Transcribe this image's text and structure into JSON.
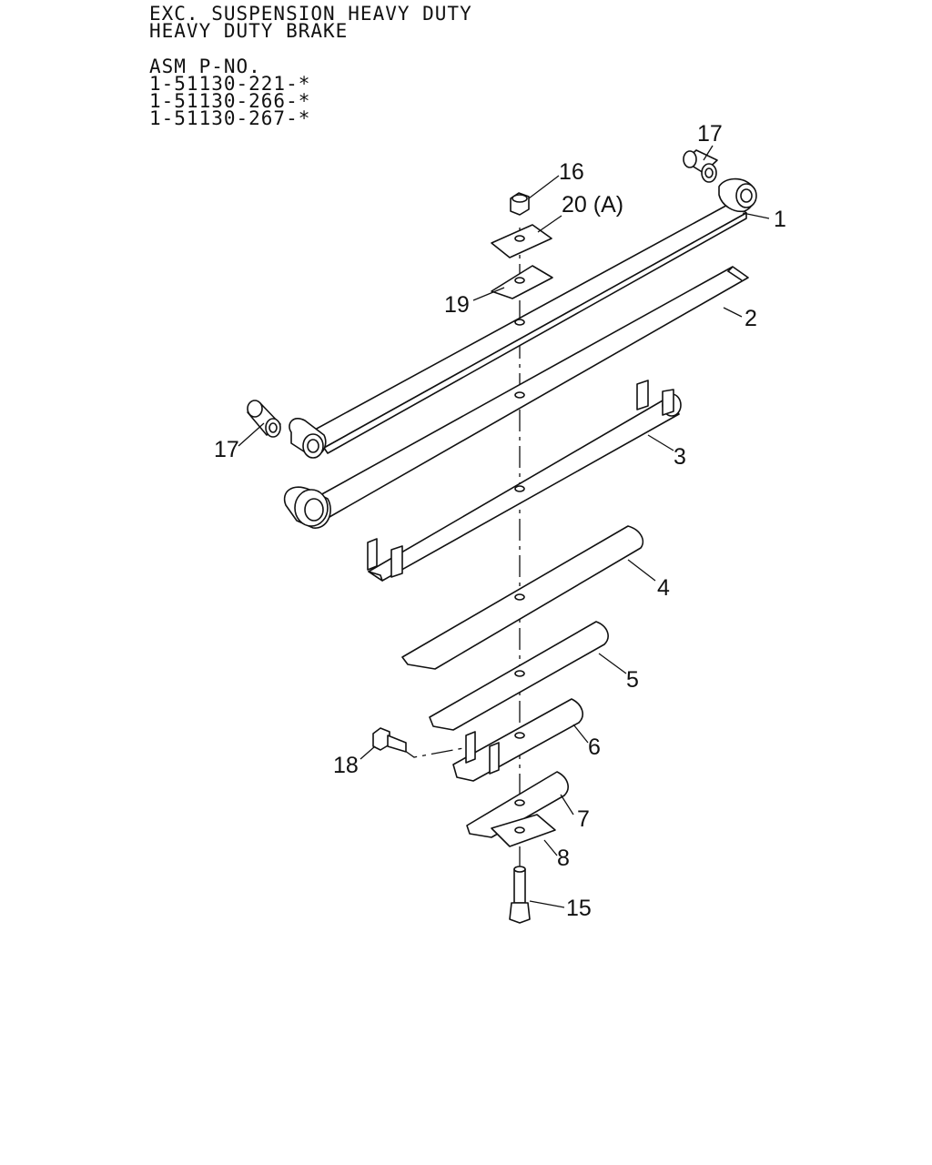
{
  "header": {
    "line1": "EXC. SUSPENSION HEAVY DUTY",
    "line2": "HEAVY DUTY BRAKE",
    "asm_label": "ASM P-NO.",
    "part_numbers": [
      "1-51130-221-*",
      "1-51130-266-*",
      "1-51130-267-*"
    ]
  },
  "callouts": {
    "c1": "1",
    "c2": "2",
    "c3": "3",
    "c4": "4",
    "c5": "5",
    "c6": "6",
    "c7": "7",
    "c8": "8",
    "c15": "15",
    "c16": "16",
    "c17a": "17",
    "c17b": "17",
    "c18": "18",
    "c19": "19",
    "c20": "20 (A)"
  },
  "colors": {
    "line": "#111111",
    "background": "#ffffff"
  }
}
